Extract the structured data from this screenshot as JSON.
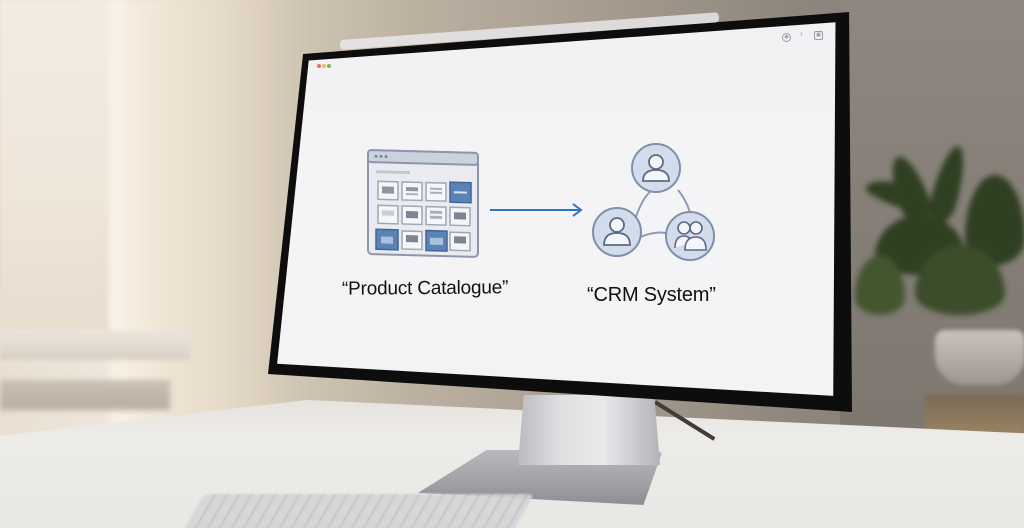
{
  "scene": {
    "description": "Desktop monitor on a white desk showing a browser window with a simple integration diagram",
    "background_colors": {
      "wall": "#8e8780",
      "window_light": "#efe6da",
      "desk": "#e9e7e4",
      "bezel": "#0d0d0e",
      "screen": "#f3f3f5"
    }
  },
  "browser": {
    "traffic_lights": [
      {
        "name": "close",
        "color": "#ec6a5e"
      },
      {
        "name": "minimize",
        "color": "#f4bf4f"
      },
      {
        "name": "maximize",
        "color": "#61c554"
      }
    ],
    "address_bar": {
      "value": ""
    },
    "toolbar_icons": [
      {
        "name": "record-icon",
        "glyph": "◉"
      },
      {
        "name": "share-icon",
        "glyph": "⇧"
      },
      {
        "name": "sidebar-icon",
        "glyph": "▣"
      }
    ]
  },
  "diagram": {
    "source": {
      "label": "“Product Catalogue”",
      "icon": "product-grid-icon",
      "tile_colors": {
        "default_fill": "#e6e8ee",
        "default_stroke": "#9aa3b5",
        "highlight_fill": "#5b83b5",
        "highlight_stroke": "#3f6698"
      }
    },
    "connector": {
      "type": "arrow",
      "direction": "right",
      "color": "#2f74bf"
    },
    "target": {
      "label": "“CRM System”",
      "icon": "people-network-icon",
      "node_fill": "#d3dcea",
      "node_stroke": "#7f8fab",
      "nodes": [
        "single-user",
        "single-user",
        "user-group"
      ]
    }
  }
}
